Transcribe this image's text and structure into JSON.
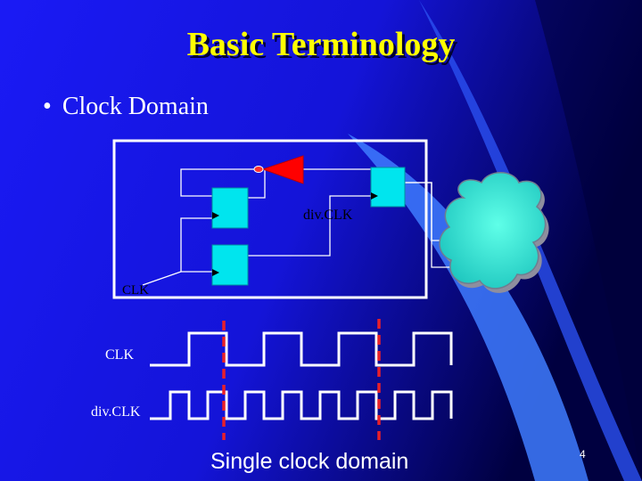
{
  "slide": {
    "title": "Basic Terminology",
    "bullet": "Clock Domain",
    "caption": "Single clock domain",
    "page_number": "4"
  },
  "circuit": {
    "labels": {
      "div_clk": "div.CLK",
      "clk": "CLK"
    }
  },
  "waveforms": {
    "clk_label": "CLK",
    "div_clk_label": "div.CLK"
  },
  "colors": {
    "background": "#1414F0",
    "title": "#FFFF00",
    "text": "#FFFFFF",
    "flipflop": "#00E5EE",
    "inverter": "#FF0000",
    "marker": "#E8202A",
    "cloud": "#3FE0D0",
    "wire": "#FFFFFF",
    "swoosh": "#3E7BFF"
  }
}
